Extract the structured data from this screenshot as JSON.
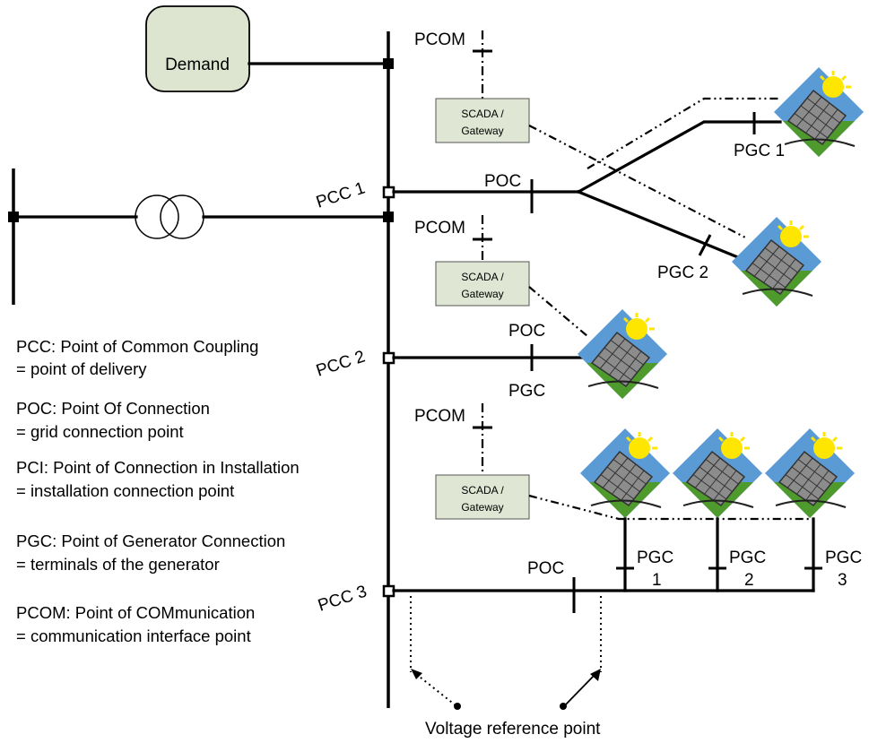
{
  "demand_label": "Demand",
  "pcom_label": "PCOM",
  "scada": {
    "line1": "SCADA /",
    "line2": "Gateway"
  },
  "pcc": {
    "pcc1": "PCC 1",
    "pcc2": "PCC 2",
    "pcc3": "PCC 3"
  },
  "poc_label": "POC",
  "pgc_label": "PGC",
  "pgc_names": {
    "pgc1": "PGC 1",
    "pgc2": "PGC 2"
  },
  "pgc_numbers": [
    "1",
    "2",
    "3"
  ],
  "voltage_reference": "Voltage reference point",
  "legend": [
    {
      "abbr": "PCC: Point of Common Coupling",
      "desc": "= point of delivery"
    },
    {
      "abbr": "POC: Point Of Connection",
      "desc": "= grid connection point"
    },
    {
      "abbr": "PCI: Point of Connection in Installation",
      "desc": "= installation connection point"
    },
    {
      "abbr": "PGC: Point of Generator Connection",
      "desc": "= terminals of the generator"
    },
    {
      "abbr": "PCOM: Point of COMmunication",
      "desc": "= communication interface point"
    }
  ],
  "colors": {
    "demand_fill": "#dde4d0",
    "scada_fill": "#dfe6d3",
    "pv_sky": "#5b9bd5",
    "pv_ground": "#4f9a2d",
    "pv_sun": "#ffe600",
    "pv_panel": "#7a7a7a"
  }
}
